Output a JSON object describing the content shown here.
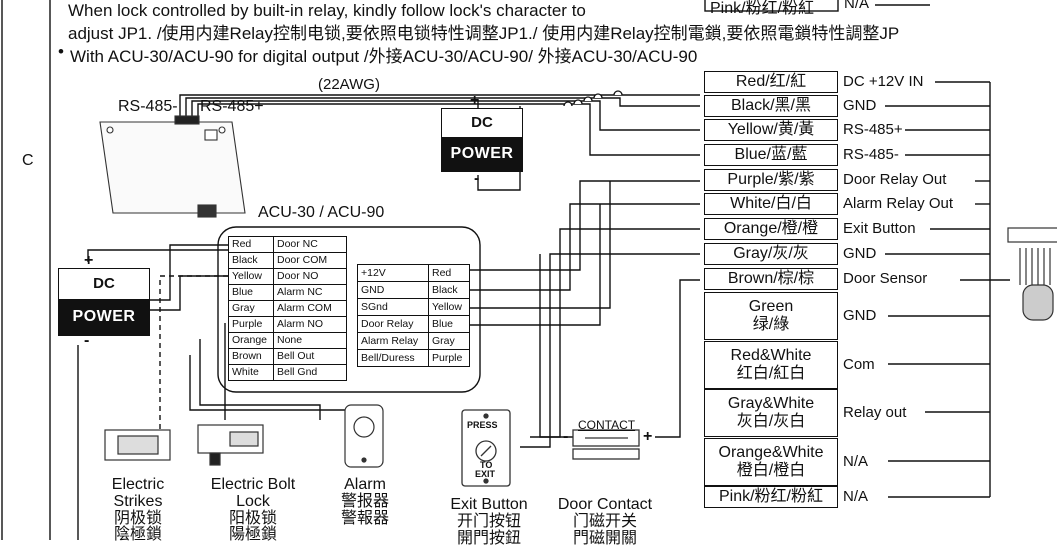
{
  "header": {
    "line1": "When lock controlled by built-in relay, kindly follow lock's character to",
    "line2": "adjust JP1. /使用内建Relay控制电锁,要依照电锁特性调整JP1./ 使用内建Relay控制電鎖,要依照電鎖特性調整JP",
    "line3": "With ACU-30/ACU-90 for digital output /外接ACU-30/ACU-90/ 外接ACU-30/ACU-90",
    "bullet": "•",
    "top_clip_label": "Pink/粉红/粉紅",
    "top_clip_func": "N/A"
  },
  "row_marker": "C",
  "labels": {
    "awg": "(22AWG)",
    "rs485_minus": "RS-485-",
    "rs485_plus": "RS-485+",
    "acu_title": "ACU-30 / ACU-90",
    "plus": "+",
    "minus": "-",
    "contact": "CONTACT",
    "press": "PRESS",
    "to": "TO",
    "exit": "EXIT"
  },
  "dc_power": {
    "top": "DC",
    "bottom": "POWER"
  },
  "wire_colors": [
    {
      "label": "Red/红/紅",
      "function": "DC +12V IN"
    },
    {
      "label": "Black/黑/黑",
      "function": "GND"
    },
    {
      "label": "Yellow/黄/黃",
      "function": "RS-485+"
    },
    {
      "label": "Blue/蓝/藍",
      "function": "RS-485-"
    },
    {
      "label": "Purple/紫/紫",
      "function": "Door Relay Out"
    },
    {
      "label": "White/白/白",
      "function": "Alarm Relay Out"
    },
    {
      "label": "Orange/橙/橙",
      "function": "Exit Button"
    },
    {
      "label": "Gray/灰/灰",
      "function": "GND"
    },
    {
      "label": "Brown/棕/棕",
      "function": "Door Sensor"
    },
    {
      "label1": "Green",
      "label2": "绿/綠",
      "function": "GND"
    },
    {
      "label1": "Red&White",
      "label2": "红白/紅白",
      "function": "Com"
    },
    {
      "label1": "Gray&White",
      "label2": "灰白/灰白",
      "function": "Relay out"
    },
    {
      "label1": "Orange&White",
      "label2": "橙白/橙白",
      "function": "N/A"
    },
    {
      "label": "Pink/粉红/粉紅",
      "function": "N/A"
    }
  ],
  "acu_left_table": [
    [
      "Red",
      "Door NC"
    ],
    [
      "Black",
      "Door COM"
    ],
    [
      "Yellow",
      "Door NO"
    ],
    [
      "Blue",
      "Alarm NC"
    ],
    [
      "Gray",
      "Alarm COM"
    ],
    [
      "Purple",
      "Alarm NO"
    ],
    [
      "Orange",
      "None"
    ],
    [
      "Brown",
      "Bell Out"
    ],
    [
      "White",
      "Bell Gnd"
    ]
  ],
  "acu_right_table": [
    [
      "+12V",
      "Red"
    ],
    [
      "GND",
      "Black"
    ],
    [
      "SGnd",
      "Yellow"
    ],
    [
      "Door Relay",
      "Blue"
    ],
    [
      "Alarm Relay",
      "Gray"
    ],
    [
      "Bell/Duress",
      "Purple"
    ]
  ],
  "devices": {
    "electric_strikes": [
      "Electric",
      "Strikes",
      "阴极锁",
      "陰極鎖"
    ],
    "electric_bolt": [
      "Electric Bolt",
      "Lock",
      "阳极锁",
      "陽極鎖"
    ],
    "alarm": [
      "Alarm",
      "警报器",
      "警報器"
    ],
    "exit_button": [
      "Exit Button",
      "开门按钮",
      "開門按鈕"
    ],
    "door_contact": [
      "Door Contact",
      "门磁开关",
      "門磁開關"
    ]
  }
}
